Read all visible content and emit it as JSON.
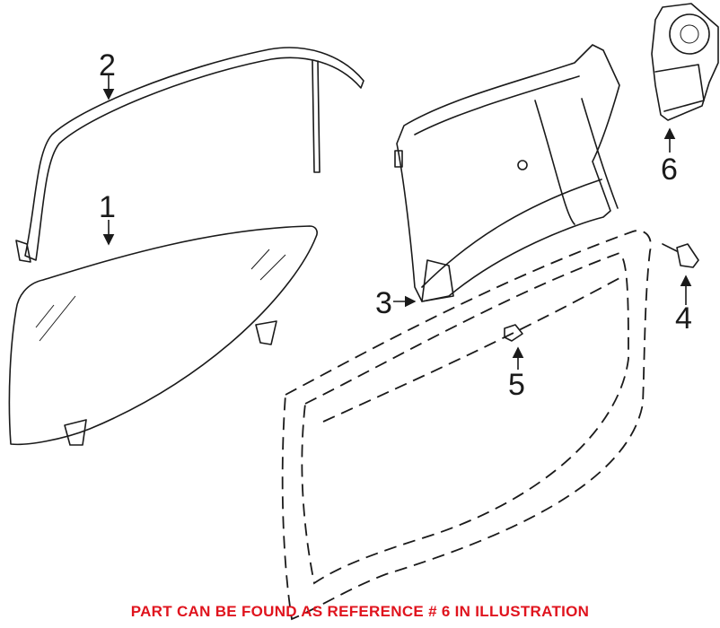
{
  "callouts": {
    "c1": "1",
    "c2": "2",
    "c3": "3",
    "c4": "4",
    "c5": "5",
    "c6": "6"
  },
  "note": "PART CAN BE FOUND AS REFERENCE # 6 IN ILLUSTRATION",
  "colors": {
    "note": "#e0141e",
    "ink": "#1a1a1a"
  }
}
